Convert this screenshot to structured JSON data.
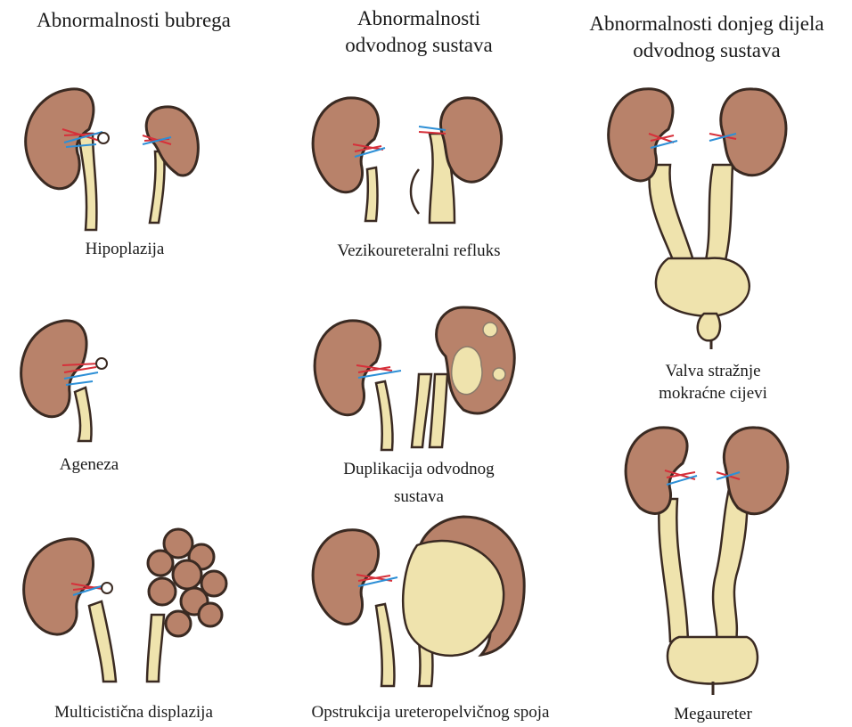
{
  "headings": {
    "col1": "Abnormalnosti bubrega",
    "col2_line1": "Abnormalnosti",
    "col2_line2": "odvodnog sustava",
    "col3_line1": "Abnormalnosti donjeg dijela",
    "col3_line2": "odvodnog sustava"
  },
  "captions": {
    "hipoplazija": "Hipoplazija",
    "ageneza": "Ageneza",
    "multicisticna": "Multicistična displazija",
    "refluks": "Vezikoureteralni refluks",
    "duplikacija_line1": "Duplikacija odvodnog",
    "duplikacija_line2": "sustava",
    "opstrukcija": "Opstrukcija ureteropelvičnog spoja",
    "valva_line1": "Valva stražnje",
    "valva_line2": "mokraćne cijevi",
    "megaureter": "Megaureter"
  },
  "colors": {
    "kidney": "#b8826a",
    "kidney_outline": "#3a2a22",
    "ureter": "#efe3ad",
    "artery": "#d6303a",
    "vein": "#2d8fd6"
  }
}
